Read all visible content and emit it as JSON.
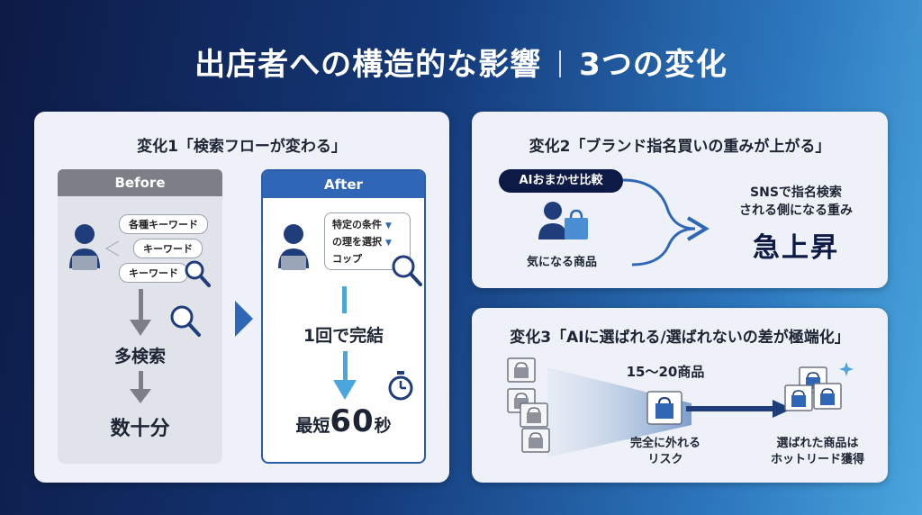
{
  "title": {
    "main": "出店者への構造的な影響",
    "sub": "3つの変化"
  },
  "change1": {
    "heading": "変化1「検索フローが変わる」",
    "before": {
      "label": "Before",
      "keywords": [
        "各種キーワード",
        "キーワード",
        "キーワード"
      ],
      "step1": "多検索",
      "step2": "数十分"
    },
    "after": {
      "label": "After",
      "bubble_lines": [
        "特定の条件",
        "の理を選択",
        "コップ"
      ],
      "result": "1回で完結",
      "time_prefix": "最短",
      "time_value": "60",
      "time_unit": "秒"
    }
  },
  "change2": {
    "heading": "変化2「ブランド指名買いの重みが上がる」",
    "ai_label": "AIおまかせ比較",
    "product_label": "気になる商品",
    "sns_line1": "SNSで指名検索",
    "sns_line2": "される側になる重み",
    "rise": "急上昇"
  },
  "change3": {
    "heading": "変化3「AIに選ばれる/選ばれないの差が極端化」",
    "count": "15〜20商品",
    "excluded_line1": "完全に外れる",
    "excluded_line2": "リスク",
    "selected_line1": "選ばれた商品は",
    "selected_line2": "ホットリード獲得"
  },
  "colors": {
    "navy": "#0d1a45",
    "accent_blue": "#2f67b6",
    "light_blue": "#4aa6dd",
    "gray": "#7c7f86"
  }
}
